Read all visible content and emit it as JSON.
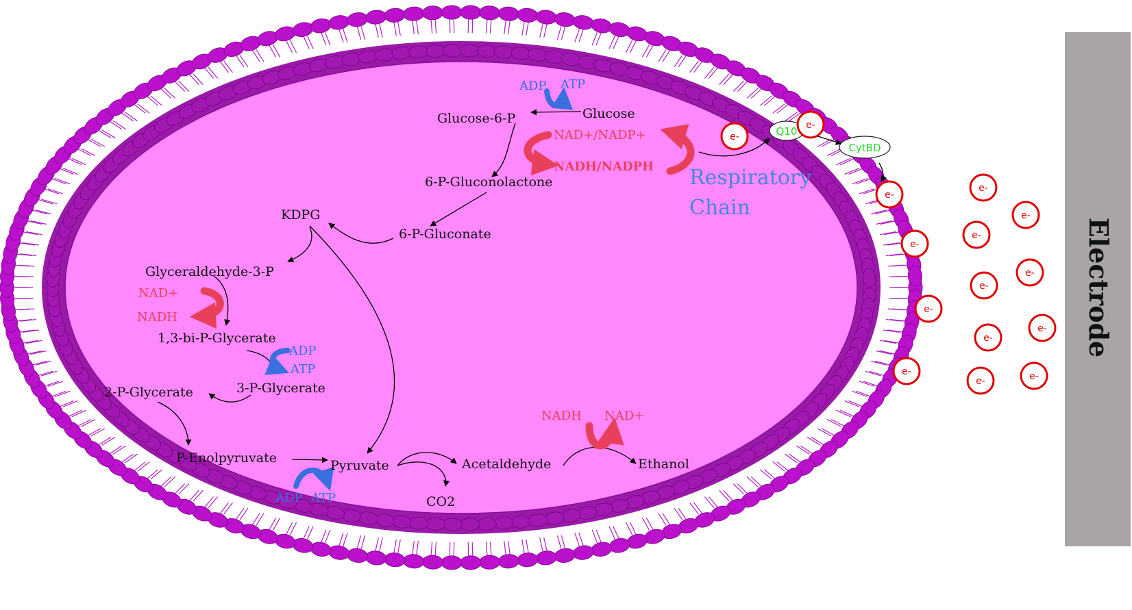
{
  "metabolites": {
    "glucose": "Glucose",
    "glucose6p": "Glucose-6-P",
    "gluconolactone": "6-P-Gluconolactone",
    "gluconate": "6-P-Gluconate",
    "kdpg": "KDPG",
    "g3p": "Glyceraldehyde-3-P",
    "bpg": "1,3-bi-P-Glycerate",
    "pg3": "3-P-Glycerate",
    "pg2": "2-P-Glycerate",
    "pep": "P-Enolpyruvate",
    "pyruvate": "Pyruvate",
    "acetaldehyde": "Acetaldehyde",
    "ethanol": "Ethanol",
    "co2": "CO2"
  },
  "cofactors": {
    "adp": "ADP",
    "atp": "ATP",
    "nad_plus": "NAD+",
    "nadh": "NADH",
    "nad_nadp": "NAD+/NADP+",
    "nadh_nadph": "NADH/NADPH"
  },
  "respiratory": {
    "line1": "Respiratory",
    "line2": "Chain",
    "q10": "Q10",
    "cytbd": "CytBD"
  },
  "electron_label": "e-",
  "electrode_label": "Electrode",
  "colors": {
    "cytoplasm": "#ff88ff",
    "membrane": "#a010b0",
    "lipid_head": "#bb11cc",
    "cofactor_blue": "#3a6fe0",
    "cofactor_red": "#e8405a",
    "electron": "#e00000",
    "electrode": "#a9a5a5",
    "redox_green": "#22dd22"
  }
}
